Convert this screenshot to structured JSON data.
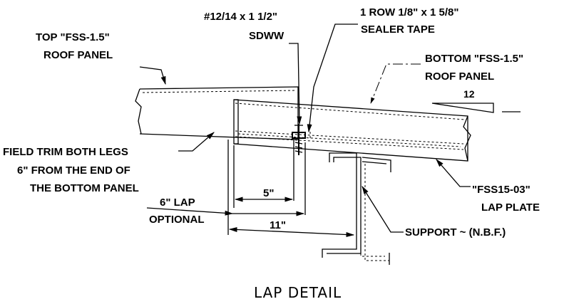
{
  "labels": {
    "top_panel_l1": "TOP \"FSS-1.5\"",
    "top_panel_l2": "ROOF PANEL",
    "screw_l1": "#12/14 x 1 1/2\"",
    "screw_l2": "SDWW",
    "sealer_l1": "1 ROW 1/8\" x 1 5/8\"",
    "sealer_l2": "SEALER TAPE",
    "bottom_panel_l1": "BOTTOM \"FSS-1.5\"",
    "bottom_panel_l2": "ROOF PANEL",
    "slope": "12",
    "field_trim_l1": "FIELD TRIM BOTH LEGS",
    "field_trim_l2": "6\" FROM THE END OF",
    "field_trim_l3": "THE BOTTOM PANEL",
    "dim_5": "5\"",
    "lap_6_l1": "6\" LAP",
    "lap_6_l2": "OPTIONAL",
    "dim_11": "11\"",
    "lap_plate_l1": "\"FSS15-03\"",
    "lap_plate_l2": "LAP PLATE",
    "support": "SUPPORT ~ (N.B.F.)",
    "title": "LAP DETAIL"
  }
}
